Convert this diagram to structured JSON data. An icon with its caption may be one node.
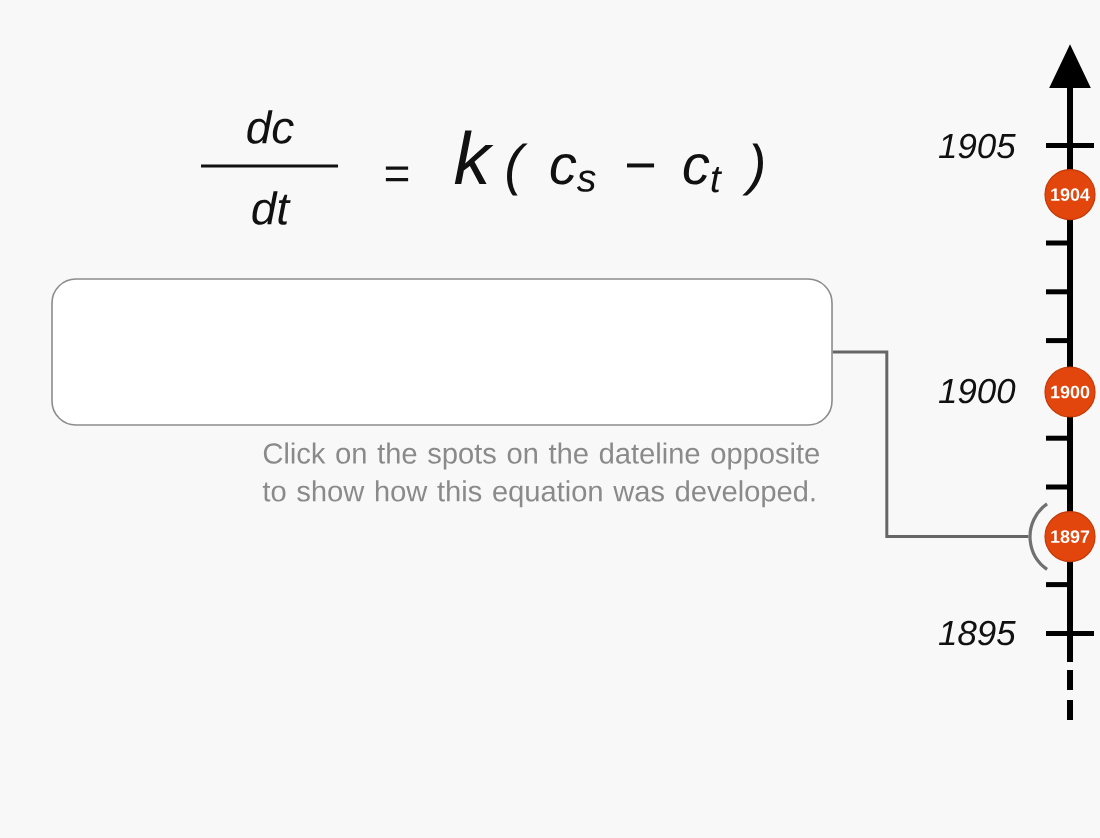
{
  "diagram": {
    "nodes": [
      {
        "text": [],
        "shape": "box"
      },
      {
        "text": [
          "1904"
        ]
      },
      {
        "text": [
          "1900"
        ]
      },
      {
        "text": [
          "1897"
        ]
      }
    ],
    "edges": [
      {
        "from": 0,
        "to": 3,
        "arrow": "none"
      }
    ],
    "labels": [
      "dc",
      "dt",
      "=",
      "k",
      "( c$_{s}$ − c$_{t}$ )",
      "1905",
      "1900",
      "Click on the spots on the dateline opposite to show how this equation was developed.",
      "1895"
    ]
  }
}
